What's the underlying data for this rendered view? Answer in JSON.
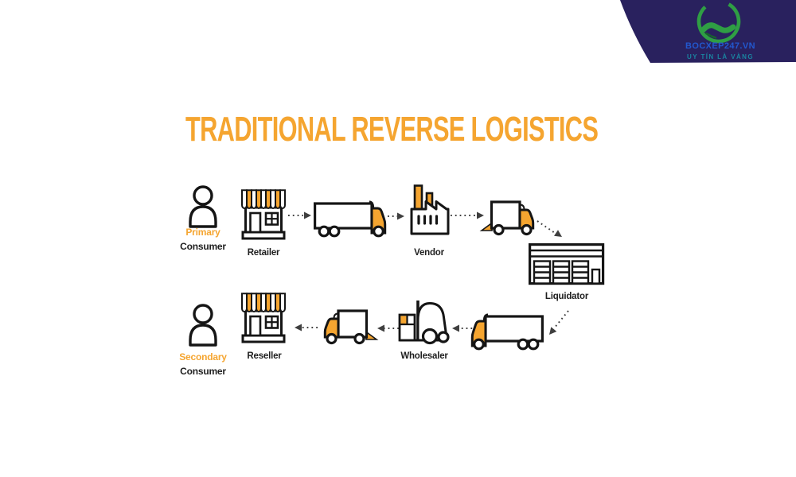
{
  "brand": {
    "name": "BOCXEP247.VN",
    "tagline": "UY TÍN LÀ VÀNG",
    "logo_icon": "handshake-circle-icon",
    "colors": {
      "panel_navy": "#29215E",
      "logo_green": "#2F9E44",
      "name_blue": "#2257CE",
      "tagline_teal": "#1A84A0"
    }
  },
  "diagram": {
    "title": "TRADITIONAL REVERSE LOGISTICS",
    "colors": {
      "accent_orange": "#F5A530",
      "icon_outline": "#151515",
      "label_dark": "#202020",
      "arrow_gray": "#3F3F3F",
      "background": "#FFFFFF"
    },
    "nodes": [
      {
        "id": "primary-consumer",
        "icon": "person-icon",
        "label": "Primary",
        "sublabel": "Consumer"
      },
      {
        "id": "retailer",
        "icon": "storefront-icon",
        "label": "Retailer"
      },
      {
        "id": "truck-retailer-to-vendor",
        "icon": "semi-truck-icon"
      },
      {
        "id": "vendor",
        "icon": "factory-icon",
        "label": "Vendor"
      },
      {
        "id": "truck-vendor-to-liquidator",
        "icon": "box-truck-icon"
      },
      {
        "id": "liquidator",
        "icon": "warehouse-icon",
        "label": "Liquidator"
      },
      {
        "id": "truck-liquidator-to-wholesaler",
        "icon": "semi-truck-icon"
      },
      {
        "id": "wholesaler",
        "icon": "forklift-icon",
        "label": "Wholesaler"
      },
      {
        "id": "truck-wholesaler-to-reseller",
        "icon": "box-truck-icon"
      },
      {
        "id": "reseller",
        "icon": "storefront-icon",
        "label": "Reseller"
      },
      {
        "id": "secondary-consumer",
        "icon": "person-icon",
        "label": "Secondary",
        "sublabel": "Consumer"
      }
    ]
  }
}
